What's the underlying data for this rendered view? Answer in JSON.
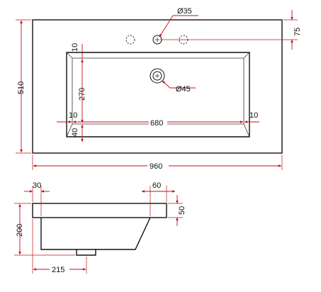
{
  "top_view": {
    "overall_width": "960",
    "overall_depth": "510",
    "tap_hole_offset": "75",
    "tap_hole_diameter": "Ø35",
    "drain_diameter": "Ø45",
    "bowl_width": "680",
    "bowl_depth": "270",
    "rim_back": "10",
    "rim_left": "10",
    "rim_right": "10",
    "rim_front": "40"
  },
  "side_view": {
    "back_offset": "30",
    "front_offset": "60",
    "slab_thickness": "50",
    "total_height": "200",
    "drain_position": "215"
  },
  "colors": {
    "dimension": "#c0111b",
    "outline": "#111111"
  }
}
